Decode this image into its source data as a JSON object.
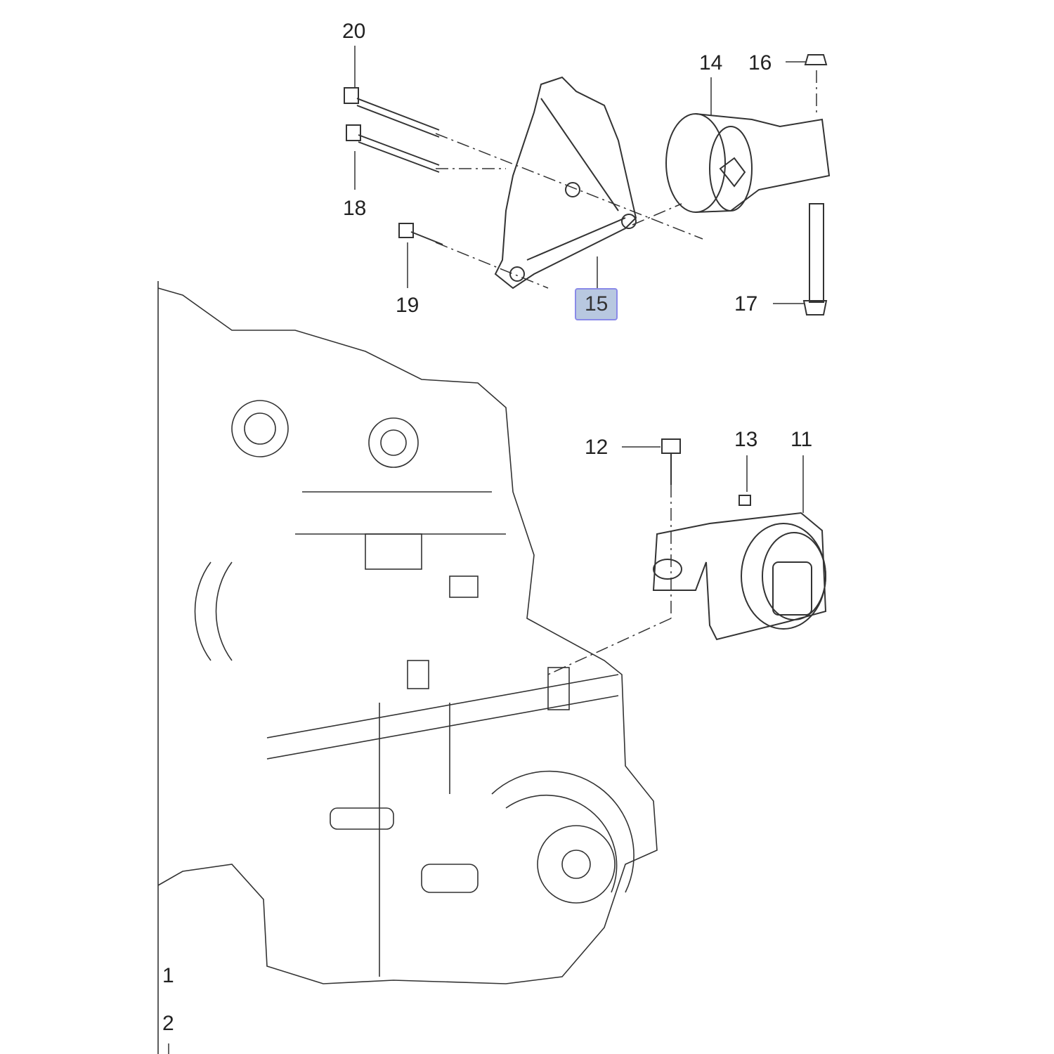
{
  "callouts": {
    "c1": "1",
    "c2": "2",
    "c11": "11",
    "c12": "12",
    "c13": "13",
    "c14": "14",
    "c15": "15",
    "c16": "16",
    "c17": "17",
    "c18": "18",
    "c19": "19",
    "c20": "20"
  },
  "highlight_color": "#b8c8e0",
  "highlight_border": "#8a8ae8"
}
